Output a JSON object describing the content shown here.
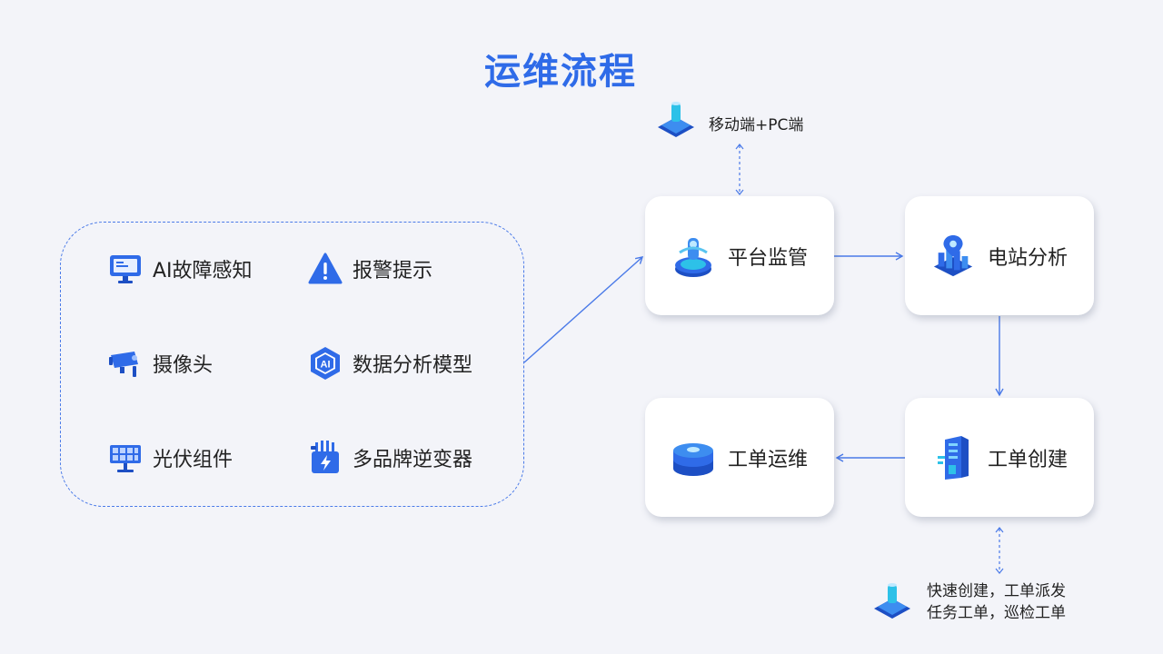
{
  "title": "运维流程",
  "sources": [
    {
      "label": "AI故障感知",
      "icon": "monitor-icon"
    },
    {
      "label": "报警提示",
      "icon": "warning-icon"
    },
    {
      "label": "摄像头",
      "icon": "camera-icon"
    },
    {
      "label": "数据分析模型",
      "icon": "ai-badge-icon"
    },
    {
      "label": "光伏组件",
      "icon": "solar-panel-icon"
    },
    {
      "label": "多品牌逆变器",
      "icon": "inverter-icon"
    }
  ],
  "ai_badge": "AI",
  "nodes": {
    "monitor": {
      "label": "平台监管",
      "icon": "platform-icon"
    },
    "analysis": {
      "label": "电站分析",
      "icon": "city-pin-icon"
    },
    "create": {
      "label": "工单创建",
      "icon": "building-icon"
    },
    "ops": {
      "label": "工单运维",
      "icon": "database-icon"
    }
  },
  "notes": {
    "top": "移动端+PC端",
    "bottom_line1": "快速创建，工单派发",
    "bottom_line2": "任务工单，巡检工单"
  },
  "colors": {
    "accent": "#2f6be8",
    "line": "#4a7ae8"
  }
}
